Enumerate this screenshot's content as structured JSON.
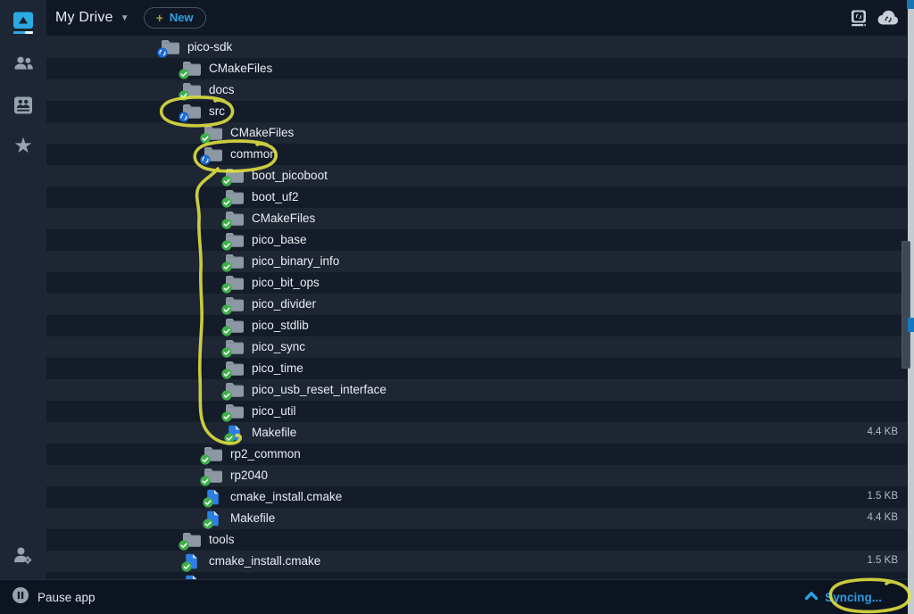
{
  "topbar": {
    "title": "My Drive",
    "new_button_plus": "+",
    "new_button_label": "New",
    "right_icons": [
      "device-sync-icon",
      "cloud-sync-icon"
    ]
  },
  "sidebar": {
    "items": [
      {
        "id": "my-drive",
        "icon": "pcloud-drive-icon",
        "active": true
      },
      {
        "id": "shared-with-me",
        "icon": "people-icon",
        "active": false
      },
      {
        "id": "shared-drive",
        "icon": "shared-drive-icon",
        "active": false
      },
      {
        "id": "favorites",
        "icon": "star-icon",
        "active": false
      },
      {
        "id": "account-settings",
        "icon": "user-gear-icon",
        "active": false
      }
    ]
  },
  "tree": {
    "rows": [
      {
        "name": "pico-sdk",
        "type": "folder",
        "level": 0,
        "status": "syncing",
        "size": ""
      },
      {
        "name": "CMakeFiles",
        "type": "folder",
        "level": 1,
        "status": "synced",
        "size": ""
      },
      {
        "name": "docs",
        "type": "folder",
        "level": 1,
        "status": "synced",
        "size": ""
      },
      {
        "name": "src",
        "type": "folder",
        "level": 1,
        "status": "syncing",
        "size": "",
        "annotated": true
      },
      {
        "name": "CMakeFiles",
        "type": "folder",
        "level": 2,
        "status": "synced",
        "size": ""
      },
      {
        "name": "common",
        "type": "folder",
        "level": 2,
        "status": "syncing",
        "size": "",
        "annotated": true
      },
      {
        "name": "boot_picoboot",
        "type": "folder",
        "level": 3,
        "status": "synced",
        "size": ""
      },
      {
        "name": "boot_uf2",
        "type": "folder",
        "level": 3,
        "status": "synced",
        "size": ""
      },
      {
        "name": "CMakeFiles",
        "type": "folder",
        "level": 3,
        "status": "synced",
        "size": ""
      },
      {
        "name": "pico_base",
        "type": "folder",
        "level": 3,
        "status": "synced",
        "size": ""
      },
      {
        "name": "pico_binary_info",
        "type": "folder",
        "level": 3,
        "status": "synced",
        "size": ""
      },
      {
        "name": "pico_bit_ops",
        "type": "folder",
        "level": 3,
        "status": "synced",
        "size": ""
      },
      {
        "name": "pico_divider",
        "type": "folder",
        "level": 3,
        "status": "synced",
        "size": ""
      },
      {
        "name": "pico_stdlib",
        "type": "folder",
        "level": 3,
        "status": "synced",
        "size": ""
      },
      {
        "name": "pico_sync",
        "type": "folder",
        "level": 3,
        "status": "synced",
        "size": ""
      },
      {
        "name": "pico_time",
        "type": "folder",
        "level": 3,
        "status": "synced",
        "size": ""
      },
      {
        "name": "pico_usb_reset_interface",
        "type": "folder",
        "level": 3,
        "status": "synced",
        "size": ""
      },
      {
        "name": "pico_util",
        "type": "folder",
        "level": 3,
        "status": "synced",
        "size": ""
      },
      {
        "name": "Makefile",
        "type": "file",
        "level": 3,
        "status": "synced",
        "size": "4.4 KB"
      },
      {
        "name": "rp2_common",
        "type": "folder",
        "level": 2,
        "status": "synced",
        "size": ""
      },
      {
        "name": "rp2040",
        "type": "folder",
        "level": 2,
        "status": "synced",
        "size": ""
      },
      {
        "name": "cmake_install.cmake",
        "type": "file",
        "level": 2,
        "status": "synced",
        "size": "1.5 KB"
      },
      {
        "name": "Makefile",
        "type": "file",
        "level": 2,
        "status": "synced",
        "size": "4.4 KB"
      },
      {
        "name": "tools",
        "type": "folder",
        "level": 1,
        "status": "synced",
        "size": ""
      },
      {
        "name": "cmake_install.cmake",
        "type": "file",
        "level": 1,
        "status": "synced",
        "size": "1.5 KB"
      },
      {
        "name": "",
        "type": "file",
        "level": 1,
        "status": "synced",
        "size": "",
        "partial": true
      }
    ]
  },
  "statusbar": {
    "pause_label": "Pause app",
    "sync_status": "Syncing..."
  },
  "annotations": {
    "color": "#e3e440",
    "items": [
      "circle-around-src",
      "circle-around-common",
      "bracket-common-children",
      "circle-around-syncing"
    ]
  },
  "colors": {
    "accent_blue": "#2ba2e4",
    "sync_badge_blue": "#1a6ad0",
    "synced_green": "#3fae4a",
    "folder_gray": "#8d98a5",
    "file_blue": "#2c7ee3",
    "row_light": "#1e2634",
    "row_dark": "#141b29",
    "sidebar_bg": "#1d2634",
    "annotation_yellow": "#e3e440"
  }
}
